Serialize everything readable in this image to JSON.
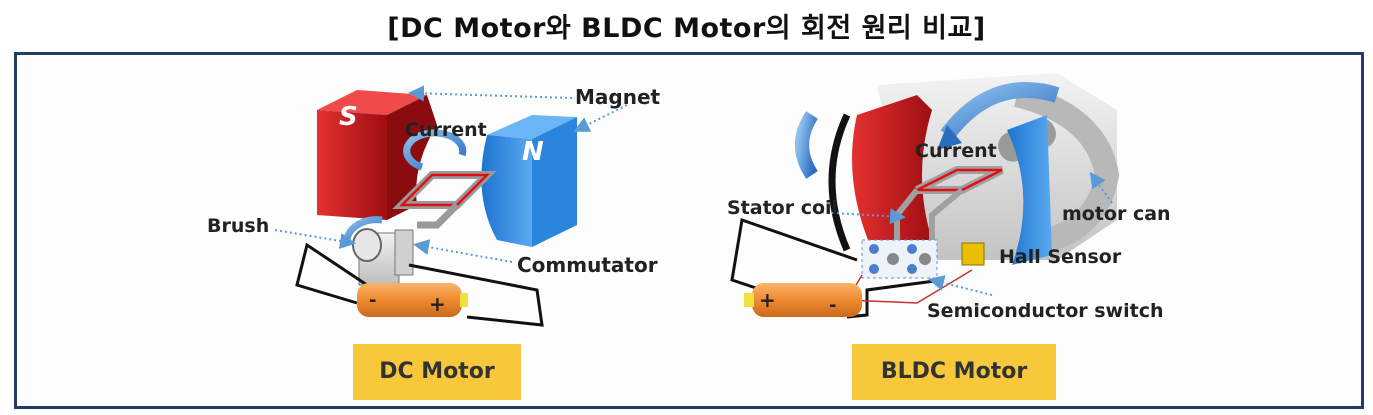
{
  "title": "[DC Motor와 BLDC Motor의 회전 원리 비교]",
  "dc": {
    "label_magnet": "Magnet",
    "label_current": "Current",
    "label_brush": "Brush",
    "label_commutator": "Commutator",
    "magnet_s": "S",
    "magnet_n": "N",
    "battery_minus": "-",
    "battery_plus": "+",
    "badge": "DC Motor"
  },
  "bldc": {
    "label_current": "Current",
    "label_stator_coil": "Stator coil",
    "label_motor_can": "motor can",
    "label_hall_sensor": "Hall Sensor",
    "label_switch": "Semiconductor switch",
    "battery_plus": "+",
    "battery_minus": "-",
    "badge": "BLDC Motor"
  },
  "colors": {
    "frame": "#243a68",
    "badge": "#f7c93a",
    "magnet_s": "#d7191c",
    "magnet_n": "#2f8ee6",
    "battery": "#f0903a",
    "arrow_blue": "#3a7bc8",
    "current_red": "#e01010"
  }
}
